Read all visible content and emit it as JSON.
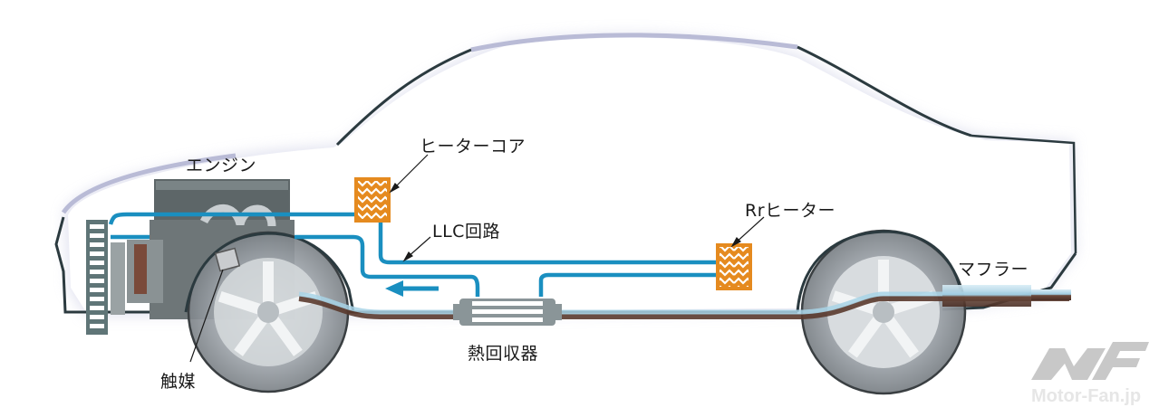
{
  "title": "LLC heat recovery circuit diagram",
  "labels": {
    "engine": "エンジン",
    "heater_core": "ヒーターコア",
    "llc_circuit": "LLC回路",
    "rear_heater": "Rrヒーター",
    "muffler": "マフラー",
    "heat_recovery": "熱回収器",
    "catalyst": "触媒"
  },
  "watermark": {
    "logo": "MF",
    "text": "Motor-Fan.jp"
  },
  "colors": {
    "coolant_line": "#1a8fc0",
    "heater": "#e58a1f",
    "body_outline": "#2b3a3f",
    "exhaust_pipe": "#5a3a2e",
    "watermark": "#c8c8c8"
  },
  "flow_direction": "left"
}
